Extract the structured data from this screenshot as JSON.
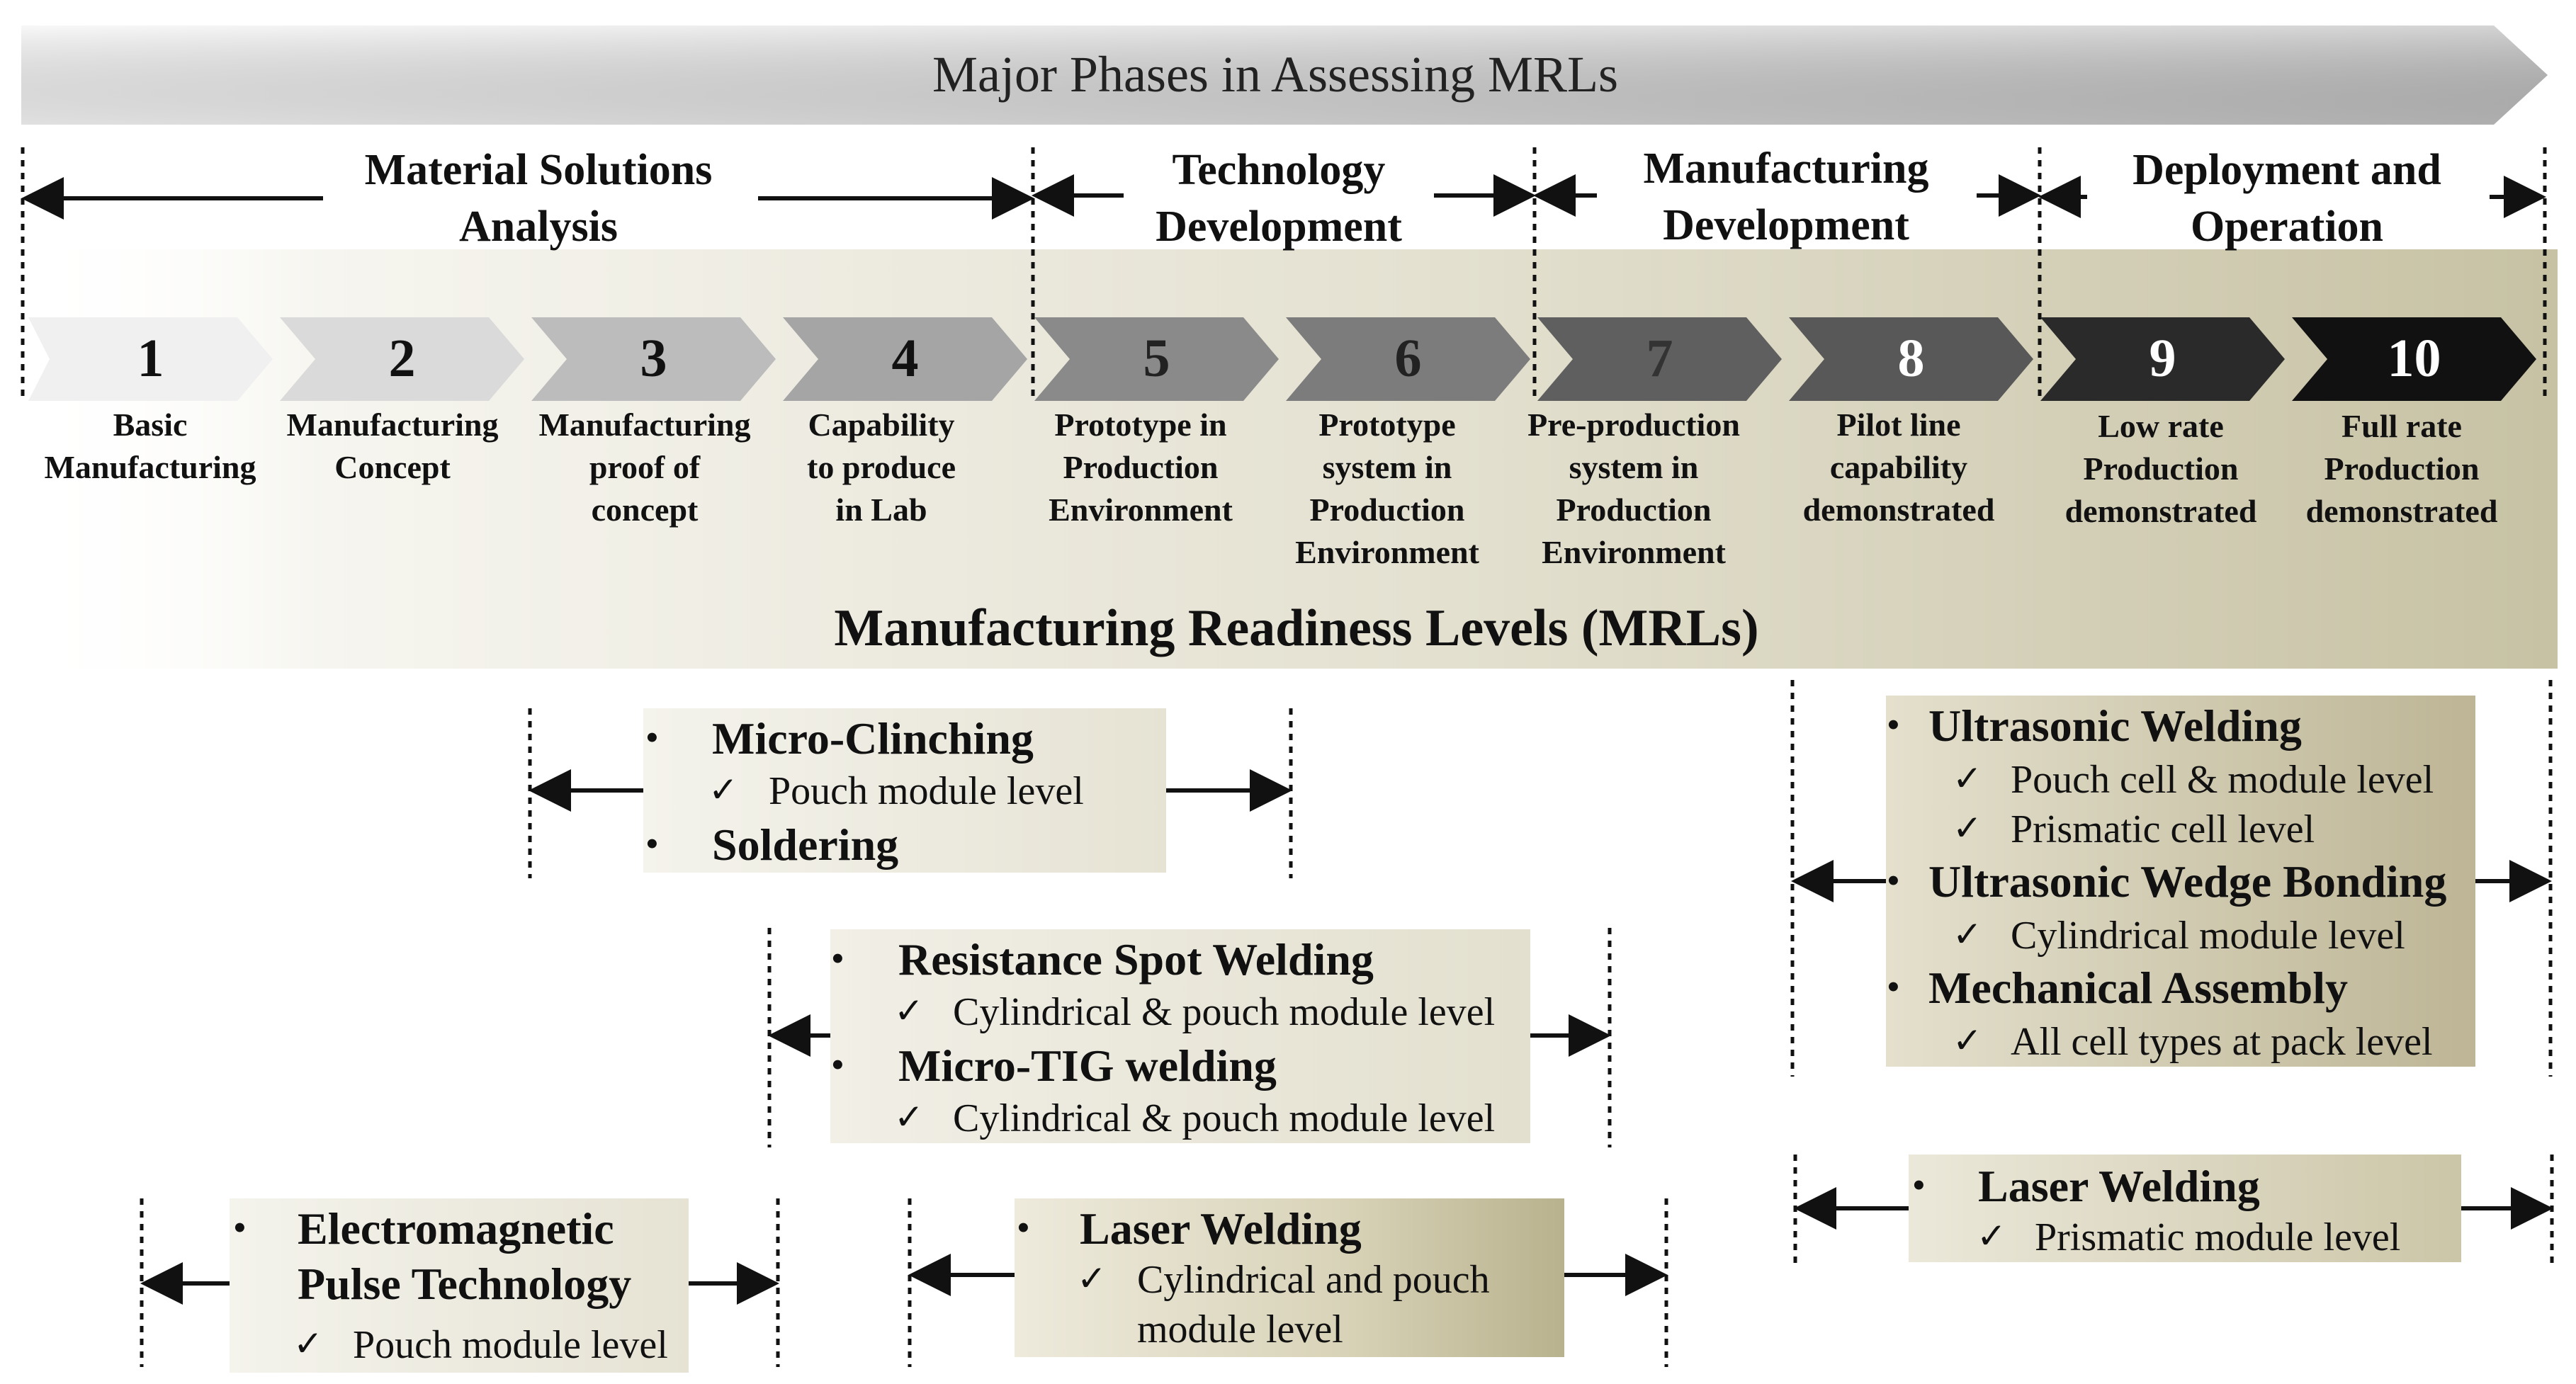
{
  "banner": {
    "title": "Major Phases in Assessing MRLs"
  },
  "phases": [
    {
      "label": "Material Solutions\nAnalysis"
    },
    {
      "label": "Technology\nDevelopment"
    },
    {
      "label": "Manufacturing\nDevelopment"
    },
    {
      "label": "Deployment and\nOperation"
    }
  ],
  "levels": [
    {
      "num": "1",
      "label": "Basic\nManufacturing",
      "fill": "#f0f0f0",
      "text": "#111111"
    },
    {
      "num": "2",
      "label": "Manufacturing\nConcept",
      "fill": "#dadada",
      "text": "#111111"
    },
    {
      "num": "3",
      "label": "Manufacturing\nproof of\nconcept",
      "fill": "#bcbcbc",
      "text": "#111111"
    },
    {
      "num": "4",
      "label": "Capability\nto produce\nin Lab",
      "fill": "#a5a5a5",
      "text": "#111111"
    },
    {
      "num": "5",
      "label": "Prototype  in\nProduction\nEnvironment",
      "fill": "#8a8a8a",
      "text": "#222222"
    },
    {
      "num": "6",
      "label": "Prototype\nsystem in\nProduction\nEnvironment",
      "fill": "#7c7c7c",
      "text": "#222222"
    },
    {
      "num": "7",
      "label": "Pre-production\nsystem in\nProduction\nEnvironment",
      "fill": "#5f5f5f",
      "text": "#333333"
    },
    {
      "num": "8",
      "label": "Pilot line\ncapability\ndemonstrated",
      "fill": "#585858",
      "text": "#ffffff"
    },
    {
      "num": "9",
      "label": "Low rate\nProduction\ndemonstrated",
      "fill": "#2a2a2a",
      "text": "#ffffff"
    },
    {
      "num": "10",
      "label": "Full rate\nProduction\ndemonstrated",
      "fill": "#111111",
      "text": "#ffffff"
    }
  ],
  "mrl_caption": "Manufacturing Readiness Levels (MRLs)",
  "technologies": {
    "micro_clinching": {
      "items": [
        {
          "main": "Micro-Clinching",
          "subs": [
            "Pouch module level"
          ]
        },
        {
          "main": "Soldering",
          "subs": []
        }
      ]
    },
    "resistance_spot": {
      "items": [
        {
          "main": "Resistance Spot Welding",
          "subs": [
            "Cylindrical & pouch module level"
          ]
        },
        {
          "main": "Micro-TIG welding",
          "subs": [
            "Cylindrical & pouch module level"
          ]
        }
      ]
    },
    "emp": {
      "items": [
        {
          "main": "Electromagnetic\nPulse Technology",
          "subs": [
            "Pouch module level"
          ]
        }
      ]
    },
    "laser_mid": {
      "items": [
        {
          "main": "Laser Welding",
          "subs": [
            "Cylindrical and pouch\nmodule level"
          ]
        }
      ]
    },
    "ultrasonic": {
      "items": [
        {
          "main": "Ultrasonic Welding",
          "subs": [
            "Pouch cell & module level",
            "Prismatic cell level"
          ]
        },
        {
          "main": "Ultrasonic Wedge Bonding",
          "subs": [
            "Cylindrical module level"
          ]
        },
        {
          "main": "Mechanical Assembly",
          "subs": [
            "All cell types at pack level"
          ]
        }
      ]
    },
    "laser_right": {
      "items": [
        {
          "main": "Laser Welding",
          "subs": [
            "Prismatic module level"
          ]
        }
      ]
    }
  },
  "symbols": {
    "bullet": "•",
    "check": "✓"
  },
  "colors": {
    "panel_dark": "#c2bc9c",
    "panel_light": "#f2f1ea",
    "banner_light": "#f4f4f4",
    "banner_dark": "#bdbdbd"
  }
}
